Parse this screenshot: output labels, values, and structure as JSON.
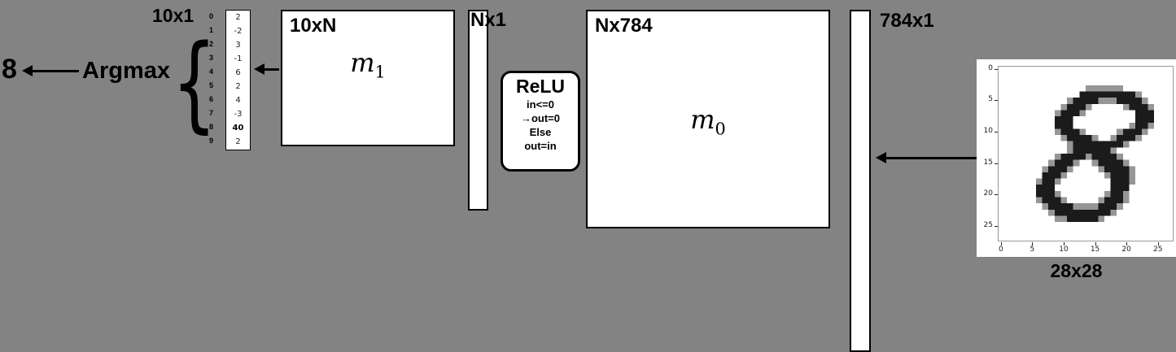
{
  "colors": {
    "background": "#838383",
    "box_fill": "#ffffff",
    "box_border": "#000000",
    "text": "#000000"
  },
  "output": {
    "prediction": "8",
    "argmax_label": "Argmax",
    "brace_glyph": "{"
  },
  "output_vector": {
    "label": "10x1",
    "rows": [
      {
        "index": "0",
        "value": "2",
        "bold": false
      },
      {
        "index": "1",
        "value": "-2",
        "bold": false
      },
      {
        "index": "2",
        "value": "3",
        "bold": false
      },
      {
        "index": "3",
        "value": "-1",
        "bold": false
      },
      {
        "index": "4",
        "value": "6",
        "bold": false
      },
      {
        "index": "5",
        "value": "2",
        "bold": false
      },
      {
        "index": "6",
        "value": "4",
        "bold": false
      },
      {
        "index": "7",
        "value": "-3",
        "bold": false
      },
      {
        "index": "8",
        "value": "40",
        "bold": true
      },
      {
        "index": "9",
        "value": "2",
        "bold": false
      }
    ]
  },
  "layer1": {
    "label": "10xN",
    "matrix_name": "m",
    "matrix_subscript": "1"
  },
  "hidden_vector": {
    "label": "Nx1"
  },
  "relu": {
    "title": "ReLU",
    "lines": [
      "in<=0",
      "→out=0",
      "Else",
      "out=in"
    ]
  },
  "layer0": {
    "label": "Nx784",
    "matrix_name": "m",
    "matrix_subscript": "0"
  },
  "input_vector": {
    "label": "784x1"
  },
  "input_image": {
    "size_label": "28x28",
    "digit": "8",
    "x_ticks": [
      "0",
      "5",
      "10",
      "15",
      "20",
      "25"
    ],
    "y_ticks": [
      "0",
      "5",
      "10",
      "15",
      "20",
      "25"
    ],
    "bitmap": [
      "............................",
      "............................",
      "............................",
      "..............++++++........",
      ".............#########+.....",
      "...........+####+++####+....",
      "..........+###+.....+###+...",
      ".........+###+........###...",
      ".........###..........###...",
      ".........###.........+##+...",
      ".........+###+.....+###+....",
      "..........+####+..+###+.....",
      "...........+########+.......",
      "...........+######+.........",
      ".........+####+####+........",
      "........+###+..+####+.......",
      ".......+###+....+####+......",
      ".......###+......+###+......",
      "......+##+........###+......",
      "......###.........###.......",
      "......###+.......+##+.......",
      "......+###+.....+###+.......",
      ".......+####++++###+........",
      "........+#########+.........",
      ".........++#####+...........",
      "............................",
      "............................",
      "............................"
    ]
  }
}
